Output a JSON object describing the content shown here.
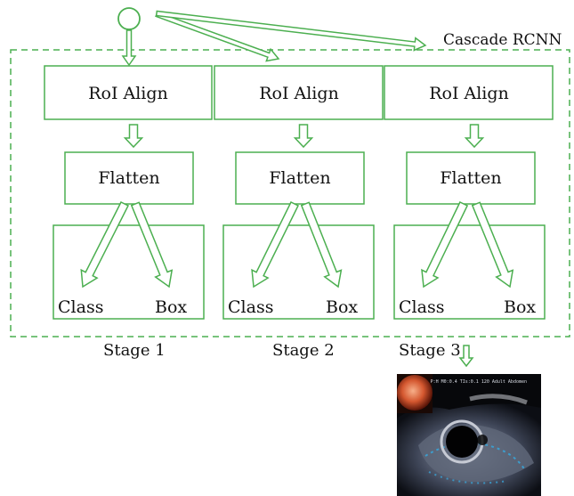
{
  "diagram": {
    "title": "Cascade RCNN",
    "colors": {
      "primary": "#4caf50",
      "text": "#111111",
      "background": "#ffffff"
    },
    "stages": [
      {
        "label": "Stage 1",
        "roi": "RoI Align",
        "flatten": "Flatten",
        "class_label": "Class",
        "box_label": "Box"
      },
      {
        "label": "Stage 2",
        "roi": "RoI Align",
        "flatten": "Flatten",
        "class_label": "Class",
        "box_label": "Box"
      },
      {
        "label": "Stage 3",
        "roi": "RoI Align",
        "flatten": "Flatten",
        "class_label": "Class",
        "box_label": "Box"
      }
    ],
    "output_image": {
      "type": "endoscopic-ultrasound-image",
      "overlay_text": "P:H M0:0.4 TIs:0.1 120 Adult Abdomen"
    }
  }
}
